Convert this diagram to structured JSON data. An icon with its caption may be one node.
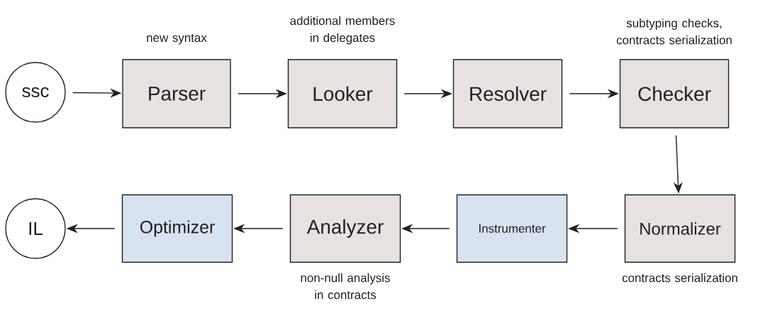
{
  "diagram": {
    "nodes": [
      {
        "text": [
          "ssc"
        ]
      },
      {
        "text": [
          "Parser"
        ],
        "beside": [
          "new syntax"
        ]
      },
      {
        "text": [
          "Looker"
        ],
        "beside": [
          "additional members in delegates"
        ]
      },
      {
        "text": [
          "Resolver"
        ]
      },
      {
        "text": [
          "Checker"
        ],
        "beside": [
          "subtyping checks, contracts serialization"
        ]
      },
      {
        "text": [
          "Normalizer"
        ],
        "beside": [
          "contracts serialization"
        ]
      },
      {
        "text": [
          "Instrumenter"
        ]
      },
      {
        "text": [
          "Analyzer"
        ],
        "beside": [
          "non-null analysis in contracts"
        ]
      },
      {
        "text": [
          "Optimizer"
        ]
      },
      {
        "text": [
          "IL"
        ]
      }
    ],
    "edges": [
      {
        "from": 0,
        "to": 1,
        "arrow": "to"
      },
      {
        "from": 1,
        "to": 2,
        "arrow": "to"
      },
      {
        "from": 2,
        "to": 3,
        "arrow": "to"
      },
      {
        "from": 3,
        "to": 4,
        "arrow": "to"
      },
      {
        "from": 4,
        "to": 5,
        "arrow": "to"
      },
      {
        "from": 5,
        "to": 6,
        "arrow": "to"
      },
      {
        "from": 6,
        "to": 7,
        "arrow": "to"
      },
      {
        "from": 7,
        "to": 8,
        "arrow": "to"
      },
      {
        "from": 8,
        "to": 9,
        "arrow": "to"
      }
    ]
  }
}
